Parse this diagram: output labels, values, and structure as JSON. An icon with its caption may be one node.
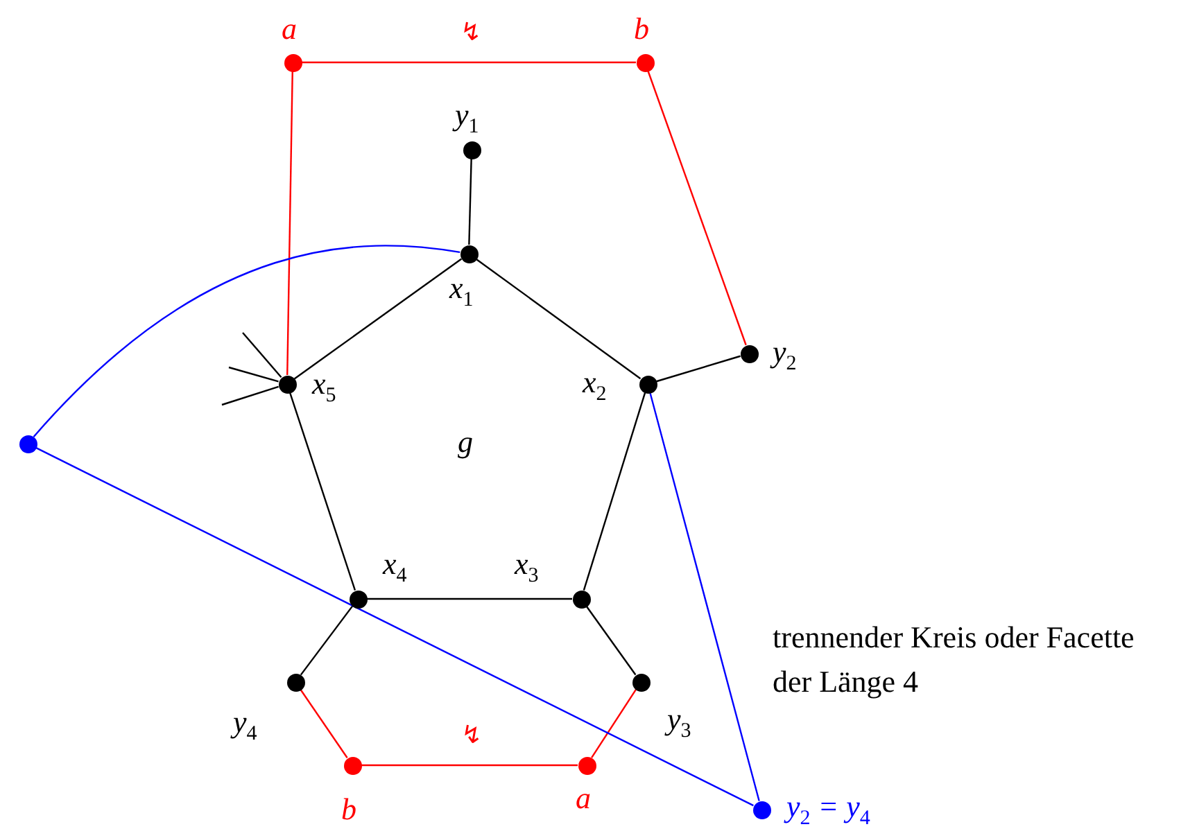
{
  "diagram": {
    "nodes": [
      {
        "text": [],
        "shape": "circle",
        "beside": [
          "a"
        ]
      },
      {
        "text": [],
        "shape": "circle",
        "beside": [
          "b"
        ]
      },
      {
        "text": [],
        "shape": "circle",
        "beside": [
          "y$_{1}$"
        ]
      },
      {
        "text": [],
        "shape": "circle",
        "beside": [
          "x$_{1}$"
        ]
      },
      {
        "text": [],
        "shape": "circle",
        "beside": [
          "x$_{2}$"
        ]
      },
      {
        "text": [],
        "shape": "circle",
        "beside": [
          "y$_{2}$"
        ]
      },
      {
        "text": [],
        "shape": "circle",
        "beside": [
          "x$_{5}$"
        ]
      },
      {
        "text": [],
        "shape": "circle"
      },
      {
        "text": [],
        "shape": "circle",
        "beside": [
          "x$_{4}$"
        ]
      },
      {
        "text": [],
        "shape": "circle",
        "beside": [
          "x$_{3}$"
        ]
      },
      {
        "text": [],
        "shape": "circle",
        "beside": [
          "y$_{4}$"
        ]
      },
      {
        "text": [],
        "shape": "circle",
        "beside": [
          "y$_{3}$"
        ]
      },
      {
        "text": [],
        "shape": "circle",
        "beside": [
          "b"
        ]
      },
      {
        "text": [],
        "shape": "circle",
        "beside": [
          "a"
        ]
      },
      {
        "text": [],
        "shape": "circle",
        "beside": [
          "y$_{2}$ = y$_{4}$"
        ]
      }
    ],
    "edges": [
      {
        "from": 0,
        "to": 1,
        "arrow": "none",
        "label": "↯",
        "color": "#ff0000"
      },
      {
        "from": 0,
        "to": 6,
        "arrow": "none",
        "color": "#ff0000"
      },
      {
        "from": 1,
        "to": 5,
        "arrow": "none",
        "color": "#ff0000"
      },
      {
        "from": 2,
        "to": 3,
        "arrow": "none"
      },
      {
        "from": 3,
        "to": 4,
        "arrow": "none"
      },
      {
        "from": 3,
        "to": 6,
        "arrow": "none"
      },
      {
        "from": 4,
        "to": 5,
        "arrow": "none"
      },
      {
        "from": 4,
        "to": 9,
        "arrow": "none"
      },
      {
        "from": 6,
        "to": 8,
        "arrow": "none"
      },
      {
        "from": 8,
        "to": 9,
        "arrow": "none"
      },
      {
        "from": 8,
        "to": 10,
        "arrow": "none"
      },
      {
        "from": 9,
        "to": 11,
        "arrow": "none"
      },
      {
        "from": 10,
        "to": 12,
        "arrow": "none",
        "color": "#ff0000"
      },
      {
        "from": 11,
        "to": 13,
        "arrow": "none",
        "color": "#ff0000"
      },
      {
        "from": 12,
        "to": 13,
        "arrow": "none",
        "label": "↯",
        "color": "#ff0000"
      },
      {
        "from": 7,
        "to": 3,
        "arrow": "none",
        "color": "#0000ff"
      },
      {
        "from": 7,
        "to": 14,
        "arrow": "none",
        "color": "#0000ff"
      },
      {
        "from": 4,
        "to": 14,
        "arrow": "none",
        "color": "#0000ff"
      },
      {
        "from": 6,
        "to": null,
        "arrow": "none"
      },
      {
        "from": 6,
        "to": null,
        "arrow": "none"
      },
      {
        "from": 6,
        "to": null,
        "arrow": "none"
      }
    ],
    "labels": [
      "g",
      "trennender Kreis oder Facette der Länge 4"
    ]
  }
}
